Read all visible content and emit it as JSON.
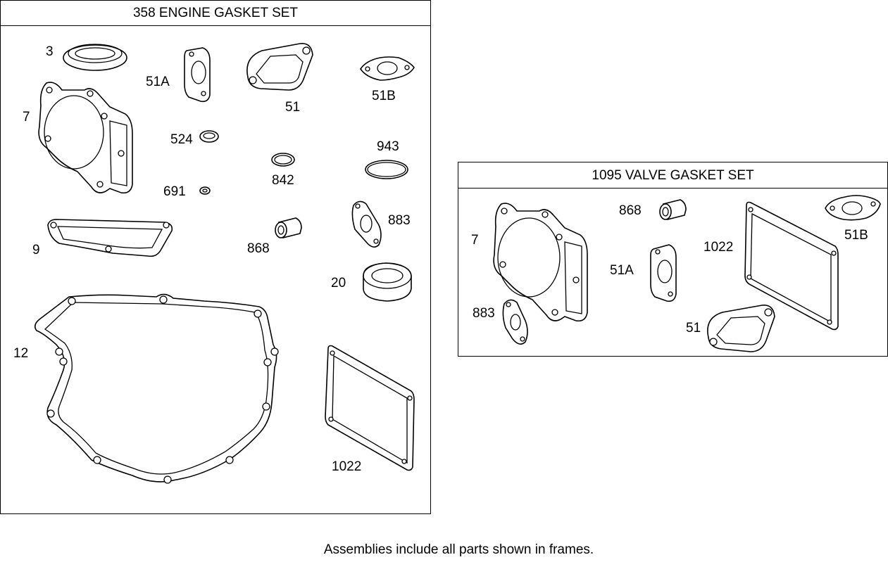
{
  "engine_set": {
    "title": "358 ENGINE GASKET SET",
    "labels": {
      "p3": "3",
      "p51a": "51A",
      "p51": "51",
      "p51b": "51B",
      "p7": "7",
      "p524": "524",
      "p943": "943",
      "p842": "842",
      "p691": "691",
      "p883": "883",
      "p9": "9",
      "p868": "868",
      "p20": "20",
      "p12": "12",
      "p1022": "1022"
    }
  },
  "valve_set": {
    "title": "1095 VALVE GASKET SET",
    "labels": {
      "p868": "868",
      "p51b": "51B",
      "p7": "7",
      "p1022": "1022",
      "p51a": "51A",
      "p883": "883",
      "p51": "51"
    }
  },
  "footnote": "Assemblies include all parts shown in frames."
}
